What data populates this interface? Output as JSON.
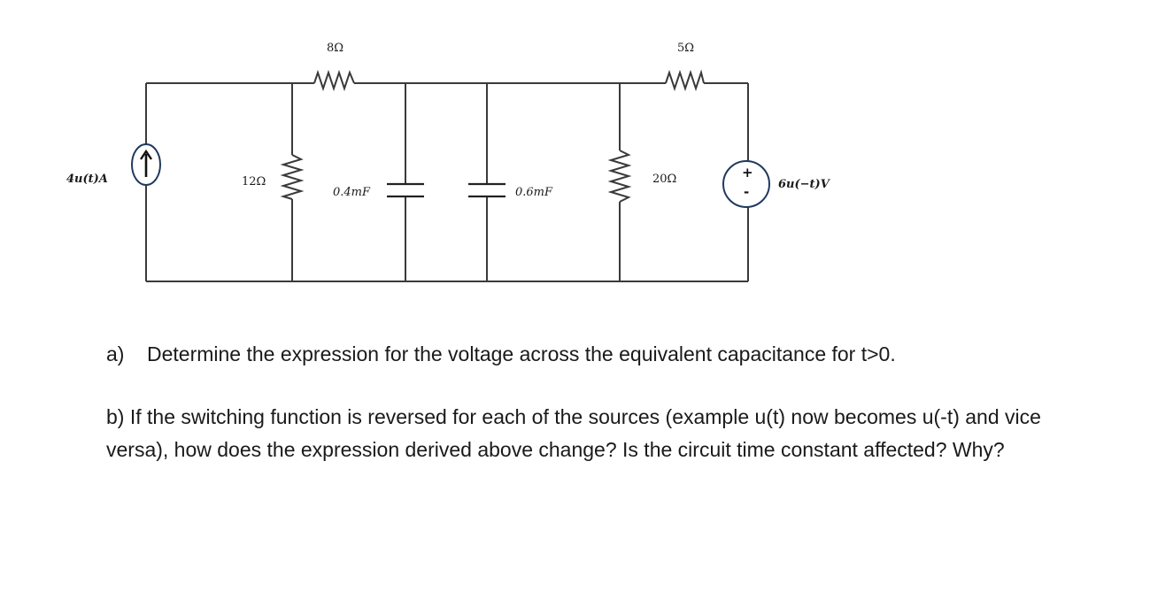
{
  "circuit": {
    "current_source": "4u(t)A",
    "r1": "8Ω",
    "r2": "12Ω",
    "c1": "0.4mF",
    "c2": "0.6mF",
    "r3": "20Ω",
    "r4": "5Ω",
    "voltage_source": "6u(−t)V",
    "plus": "+",
    "minus": "-"
  },
  "questions": {
    "a_label": "a)",
    "a_text": "Determine the expression for the voltage across the equivalent capacitance for t>0.",
    "b_text": "b) If the switching function is reversed for each of the sources (example u(t) now becomes u(-t) and vice versa), how does the expression derived above change? Is the circuit time constant affected? Why?"
  }
}
